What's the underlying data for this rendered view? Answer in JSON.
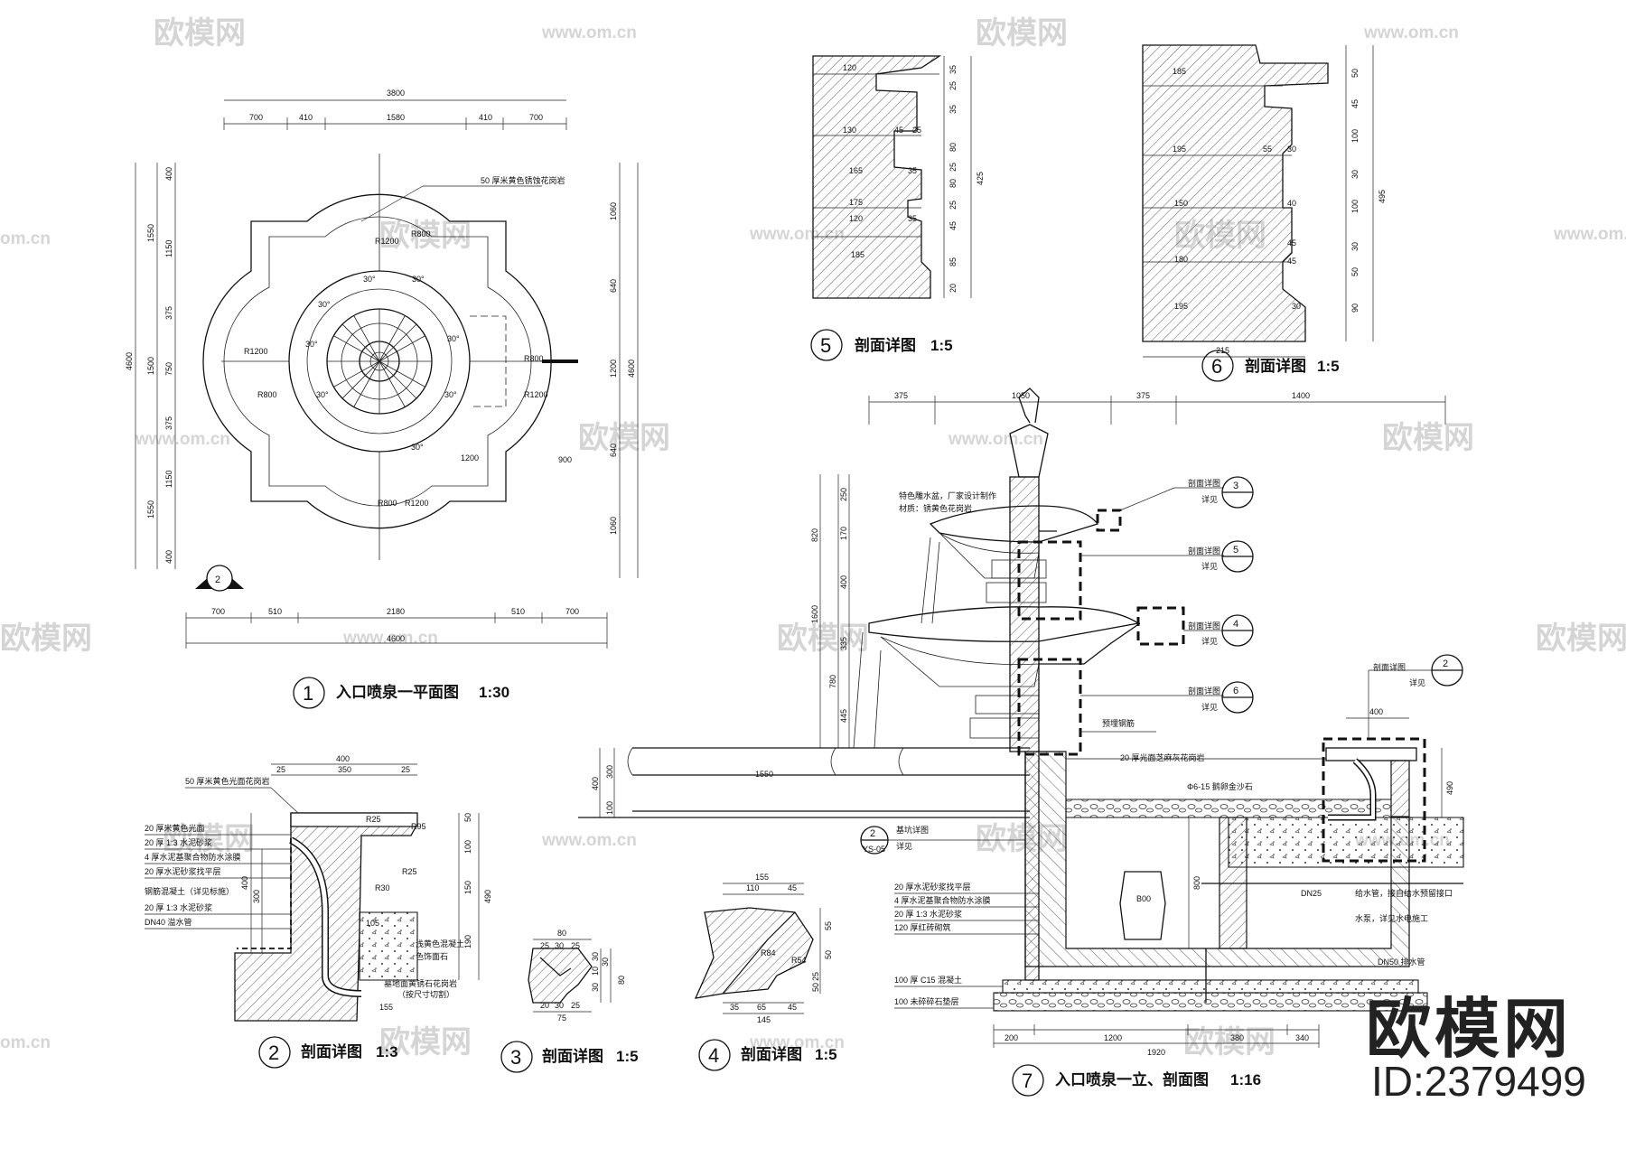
{
  "watermarks": {
    "logo": "欧模网",
    "url": "www.om.cn",
    "url_partial": "om.cn"
  },
  "brand": {
    "name": "欧模网",
    "id": "ID:2379499"
  },
  "plan": {
    "number": "1",
    "title": "入口喷泉一平面图",
    "scale": "1:30",
    "section_mark": "2",
    "note": "50 厚米黄色锈蚀花岗岩",
    "top_total": "3800",
    "top_dims": [
      "700",
      "410",
      "1580",
      "410",
      "700"
    ],
    "bottom_total": "4600",
    "bottom_dims": [
      "700",
      "510",
      "2180",
      "510",
      "700"
    ],
    "left_total": "4600",
    "left_dims": [
      "400",
      "1550",
      "1150",
      "375",
      "1500",
      "750",
      "375",
      "1150",
      "1550",
      "400"
    ],
    "right_total": "4600",
    "right_dims": [
      "1060",
      "640",
      "1200",
      "640",
      "1060"
    ],
    "radii": [
      "R1200",
      "R800",
      "R1200",
      "R800",
      "R1200",
      "R800",
      "R1200",
      "R800"
    ],
    "inner_dims": [
      "1200",
      "900"
    ],
    "angle": "30°"
  },
  "detail5": {
    "number": "5",
    "title": "剖面详图",
    "scale": "1:5",
    "widths": [
      "120",
      "130",
      "45",
      "25",
      "165",
      "35",
      "175",
      "120",
      "35",
      "185"
    ],
    "heights": [
      "35",
      "25",
      "35",
      "80",
      "25",
      "80",
      "25",
      "45",
      "85",
      "20"
    ],
    "total": "425"
  },
  "detail6": {
    "number": "6",
    "title": "剖面详图",
    "scale": "1:5",
    "widths": [
      "185",
      "195",
      "55",
      "30",
      "150",
      "40",
      "180",
      "45",
      "45",
      "195",
      "30",
      "215"
    ],
    "heights": [
      "50",
      "45",
      "100",
      "30",
      "100",
      "30",
      "50",
      "90"
    ],
    "total": "495"
  },
  "detail2": {
    "number": "2",
    "title": "剖面详图",
    "scale": "1:3",
    "top_note": "50 厚米黄色光面花岗岩",
    "layers": [
      "20 厚米黄色光面",
      "20 厚  1:3  水泥砂浆",
      "4 厚水泥基聚合物防水涂膜",
      "20 厚水泥砂浆找平层",
      "钢筋混凝土（详见标施）",
      "20 厚  1:3  水泥砂浆",
      "DN40 溢水管"
    ],
    "right_notes": [
      "浅黄色混凝土",
      "色饰面石",
      "墓地面黄锈石花岗岩",
      "（按尺寸切割）"
    ],
    "dims_top": [
      "400",
      "25",
      "350",
      "25"
    ],
    "dims_right": [
      "50",
      "100",
      "150",
      "190"
    ],
    "total": "490",
    "left_dims": [
      "400",
      "300"
    ],
    "small": [
      "R25",
      "R95",
      "R25",
      "R30",
      "105",
      "155"
    ]
  },
  "detail3": {
    "number": "3",
    "title": "剖面详图",
    "scale": "1:5",
    "dims": [
      "80",
      "25",
      "30",
      "25",
      "20",
      "30",
      "25",
      "75",
      "30",
      "10",
      "30",
      "30",
      "80"
    ]
  },
  "detail4": {
    "number": "4",
    "title": "剖面详图",
    "scale": "1:5",
    "dims": [
      "155",
      "110",
      "45",
      "55",
      "50",
      "25",
      "50",
      "35",
      "65",
      "45",
      "145",
      "R84",
      "R54"
    ]
  },
  "elevation": {
    "number": "7",
    "title": "入口喷泉一立、剖面图",
    "scale": "1:16",
    "top_dims": [
      "375",
      "1050",
      "375",
      "1400"
    ],
    "left_dims": [
      "250",
      "170",
      "400",
      "335",
      "780",
      "445"
    ],
    "totals": [
      "820",
      "1600"
    ],
    "pool_dims": [
      "300",
      "100",
      "400"
    ],
    "pool_width": "1550",
    "bottom_dims": [
      "200",
      "1200",
      "1920",
      "380",
      "340"
    ],
    "right_dims": [
      "400",
      "490",
      "800"
    ],
    "callouts": [
      {
        "num": "3",
        "label1": "剖面详图",
        "label2": "详见"
      },
      {
        "num": "5",
        "label1": "剖面详图",
        "label2": "详见"
      },
      {
        "num": "4",
        "label1": "剖面详图",
        "label2": "详见"
      },
      {
        "num": "6",
        "label1": "剖面详图",
        "label2": "详见"
      },
      {
        "num": "2",
        "label1": "剖面详图",
        "label2": "详见"
      }
    ],
    "notes_top": [
      "特色雕水盆，厂家设计制作",
      "材质：锈黄色花岗岩"
    ],
    "note_rebar": "预埋钢筋",
    "note_pool": "20 厚光面芝麻灰花岗岩",
    "note_gravel": "Φ6-15 鹅卵金沙石",
    "left_layers": [
      "20 厚水泥砂浆找平层",
      "4 厚水泥基聚合物防水涂膜",
      "20 厚  1:3  水泥砂浆",
      "120 厚红砖砌筑"
    ],
    "base_layers": [
      "100 厚  C15  混凝土",
      "100 未碎碎石垫层"
    ],
    "right_notes": [
      "DN25",
      "给水管，接自给水预留接口",
      "水泵，详见水电施工",
      "DN50 排水管"
    ],
    "pump": "B00",
    "ref_mark": "2",
    "ref_sheet": "YS-05",
    "ref_label1": "基坑详图",
    "ref_label2": "详见"
  }
}
